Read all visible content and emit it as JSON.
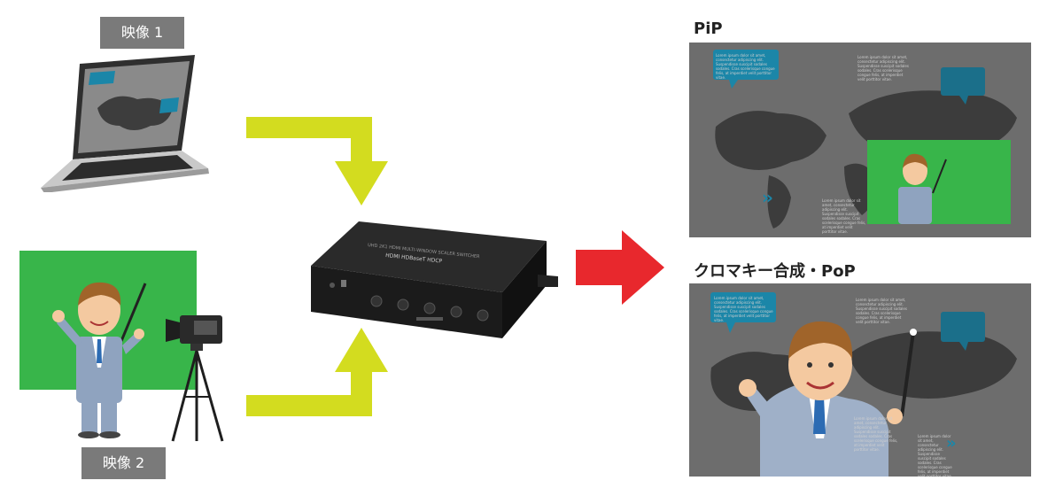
{
  "inputs": {
    "video1_label": "映像 1",
    "video2_label": "映像 2"
  },
  "outputs": {
    "pip_title": "PiP",
    "pop_title": "クロマキー合成・PoP"
  },
  "device": {
    "model_text": "UHD 2K1 HDMI MULTI-WINDOW SCALER SWITCHER",
    "logo_text": "HDMI HDBaseT HDCP"
  },
  "filler_text": "Lorem ipsum dolor sit amet, consectetur adipiscing elit. Suspendisse suscipit sodales sodales. Cras scelerisque congue felis, at imperdiet velit porttitor vitae.",
  "colors": {
    "label_bg": "#7a7a7a",
    "arrow_yellow": "#d3dc1f",
    "arrow_red": "#e8282d",
    "chroma_green": "#38b54a",
    "screen_gray": "#6d6d6d",
    "callout_blue": "#1b86a8"
  },
  "icons": [
    "laptop-icon",
    "video-camera-icon",
    "presenter-illustration",
    "world-map",
    "hdmi-switcher-device"
  ]
}
